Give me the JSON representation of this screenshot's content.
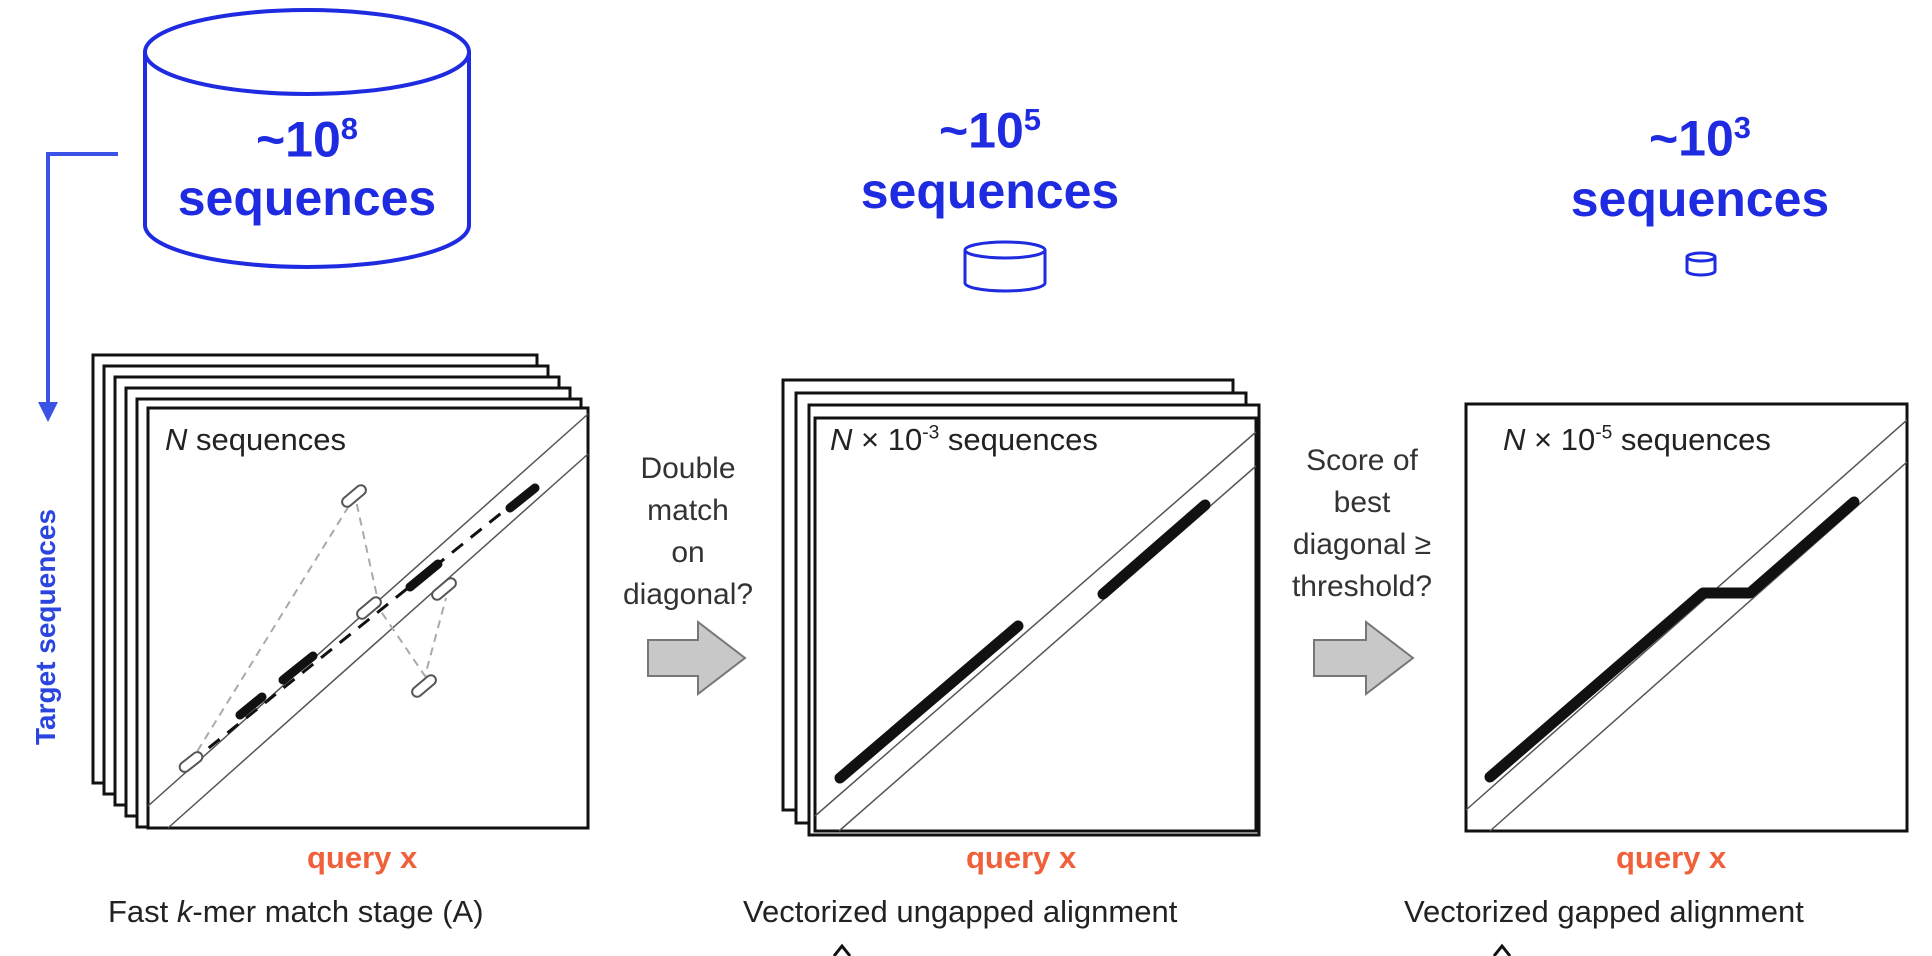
{
  "databases": [
    {
      "approx": "~10",
      "exp": "8",
      "unit": "sequences"
    },
    {
      "approx": "~10",
      "exp": "5",
      "unit": "sequences"
    },
    {
      "approx": "~10",
      "exp": "3",
      "unit": "sequences"
    }
  ],
  "axis_label": "Target sequences",
  "panels": [
    {
      "label_var": "N",
      "label_rest": " sequences",
      "x_label": "query x",
      "caption_pre": "Fast ",
      "caption_italic": "k",
      "caption_post": "-mer match stage (A)"
    },
    {
      "label_var": "N",
      "label_mid": " × 10",
      "label_exp": "-3",
      "label_rest": " sequences",
      "x_label": "query x",
      "caption": "Vectorized ungapped alignment"
    },
    {
      "label_var": "N",
      "label_mid": " × 10",
      "label_exp": "-5",
      "label_rest": " sequences",
      "x_label": "query x",
      "caption": "Vectorized gapped alignment"
    }
  ],
  "questions": [
    {
      "lines": [
        "Double",
        "match",
        "on",
        "diagonal?"
      ]
    },
    {
      "lines": [
        "Score of",
        "best",
        "diagonal ≥",
        "threshold?"
      ]
    }
  ],
  "colors": {
    "accent_blue": "#1f2be0",
    "query_orange": "#f0603a",
    "arrow_gray": "#c8c8c8"
  }
}
